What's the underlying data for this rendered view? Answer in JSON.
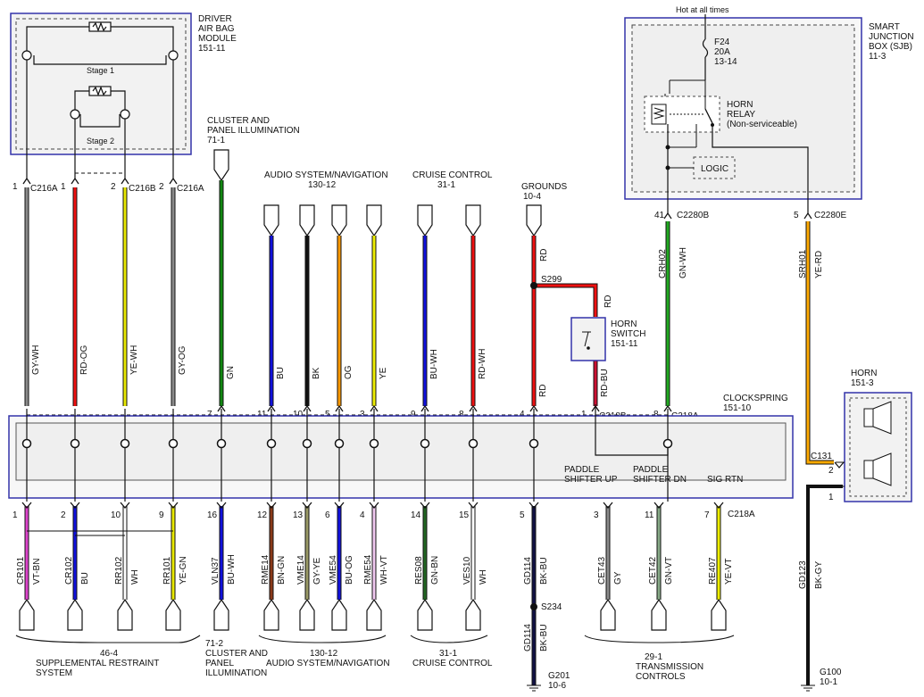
{
  "modules": {
    "airbag": {
      "name1": "DRIVER",
      "name2": "AIR BAG",
      "name3": "MODULE",
      "ref": "151-11",
      "stage1": "Stage 1",
      "stage2": "Stage 2"
    },
    "sjb": {
      "name1": "SMART",
      "name2": "JUNCTION",
      "name3": "BOX (SJB)",
      "ref": "11-3",
      "hot": "Hot at all times",
      "fuse": "F24",
      "fuse_amp": "20A",
      "fuse_ref": "13-14",
      "relay1": "HORN",
      "relay2": "RELAY",
      "relay3": "(Non-serviceable)",
      "logic": "LOGIC"
    },
    "clockspring": {
      "name": "CLOCKSPRING",
      "ref": "151-10"
    },
    "horn_switch": {
      "name1": "HORN",
      "name2": "SWITCH",
      "ref": "151-11"
    },
    "horn": {
      "name": "HORN",
      "ref": "151-3",
      "conn": "C131",
      "pin1": "1",
      "pin2": "2"
    }
  },
  "top_labels": {
    "cluster": {
      "l1": "CLUSTER AND",
      "l2": "PANEL ILLUMINATION",
      "ref": "71-1"
    },
    "audio": {
      "l1": "AUDIO SYSTEM/NAVIGATION",
      "ref": "130-12"
    },
    "cruise": {
      "l1": "CRUISE CONTROL",
      "ref": "31-1"
    },
    "grounds": {
      "l1": "GROUNDS",
      "ref": "10-4"
    }
  },
  "top_wires": [
    {
      "pin": "1",
      "conn": "C216A",
      "label": "GY-WH",
      "color": "#8a8a8a"
    },
    {
      "pin": "1",
      "conn": "",
      "label": "RD-OG",
      "color": "#ee1111"
    },
    {
      "pin": "2",
      "conn": "C216B",
      "label": "YE-WH",
      "color": "#e8e800"
    },
    {
      "pin": "2",
      "conn": "C216A",
      "label": "GY-OG",
      "color": "#8a8a8a"
    },
    {
      "pin": "7",
      "conn": "",
      "label": "GN",
      "color": "#118811"
    },
    {
      "pin": "11",
      "conn": "",
      "label": "BU",
      "color": "#1111dd"
    },
    {
      "pin": "10",
      "conn": "",
      "label": "BK",
      "color": "#111111"
    },
    {
      "pin": "5",
      "conn": "",
      "label": "OG",
      "color": "#ff9900"
    },
    {
      "pin": "3",
      "conn": "",
      "label": "YE",
      "color": "#eeee00"
    },
    {
      "pin": "9",
      "conn": "",
      "label": "BU-WH",
      "color": "#1111dd"
    },
    {
      "pin": "8",
      "conn": "",
      "label": "RD-WH",
      "color": "#ee1111"
    },
    {
      "pin": "4",
      "conn": "",
      "label": "RD",
      "color": "#ee1111"
    },
    {
      "pin": "1",
      "conn": "C218B",
      "label": "RD-BU",
      "color": "#cc1133"
    },
    {
      "pin": "8",
      "conn": "C218A",
      "label": "GN-WH",
      "color": "#22aa22"
    }
  ],
  "ground_wire": {
    "top": "RD",
    "splice": "S299",
    "to_switch": "RD"
  },
  "sjb_wires": [
    {
      "pin": "41",
      "conn": "C2280B",
      "circuit": "CRH02",
      "label": "GN-WH"
    },
    {
      "pin": "5",
      "conn": "C2280E",
      "circuit": "SRH01",
      "label": "YE-RD"
    }
  ],
  "bottom_wires": [
    {
      "pin": "1",
      "circuit": "CR101",
      "label": "VT-BN"
    },
    {
      "pin": "2",
      "circuit": "CR102",
      "label": "BU"
    },
    {
      "pin": "10",
      "circuit": "RR102",
      "label": "WH"
    },
    {
      "pin": "9",
      "circuit": "RR101",
      "label": "YE-GN"
    },
    {
      "pin": "16",
      "circuit": "VLN37",
      "label": "BU-WH"
    },
    {
      "pin": "12",
      "circuit": "RME14",
      "label": "BN-GN"
    },
    {
      "pin": "13",
      "circuit": "VME14",
      "label": "GY-YE"
    },
    {
      "pin": "6",
      "circuit": "VME54",
      "label": "BU-OG"
    },
    {
      "pin": "4",
      "circuit": "RME54",
      "label": "WH-VT"
    },
    {
      "pin": "14",
      "circuit": "RES08",
      "label": "GN-BN"
    },
    {
      "pin": "15",
      "circuit": "VES10",
      "label": "WH"
    },
    {
      "pin": "5",
      "circuit": "GD114",
      "label": "BK-BU"
    },
    {
      "pin": "3",
      "circuit": "CET43",
      "label": "GY"
    },
    {
      "pin": "11",
      "circuit": "CET42",
      "label": "GN-VT"
    },
    {
      "pin": "7",
      "circuit": "RE407",
      "label": "YE-VT"
    }
  ],
  "bottom_conn": "C218A",
  "paddle": {
    "up1": "PADDLE",
    "up2": "SHIFTER UP",
    "dn1": "PADDLE",
    "dn2": "SHIFTER DN",
    "sig": "SIG RTN"
  },
  "ground_lower": {
    "splice": "S234",
    "circuit": "GD114",
    "label": "BK-BU",
    "g": "G201",
    "gref": "10-6"
  },
  "horn_ground": {
    "circuit": "GD123",
    "label": "BK-GY",
    "g": "G100",
    "gref": "10-1"
  },
  "bottom_labels": {
    "srs": {
      "ref": "46-4",
      "l1": "SUPPLEMENTAL RESTRAINT",
      "l2": "SYSTEM"
    },
    "cluster": {
      "ref": "71-2",
      "l1": "CLUSTER AND",
      "l2": "PANEL",
      "l3": "ILLUMINATION"
    },
    "audio": {
      "ref": "130-12",
      "l1": "AUDIO SYSTEM/NAVIGATION"
    },
    "cruise": {
      "ref": "31-1",
      "l1": "CRUISE CONTROL"
    },
    "trans": {
      "ref": "29-1",
      "l1": "TRANSMISSION",
      "l2": "CONTROLS"
    }
  }
}
